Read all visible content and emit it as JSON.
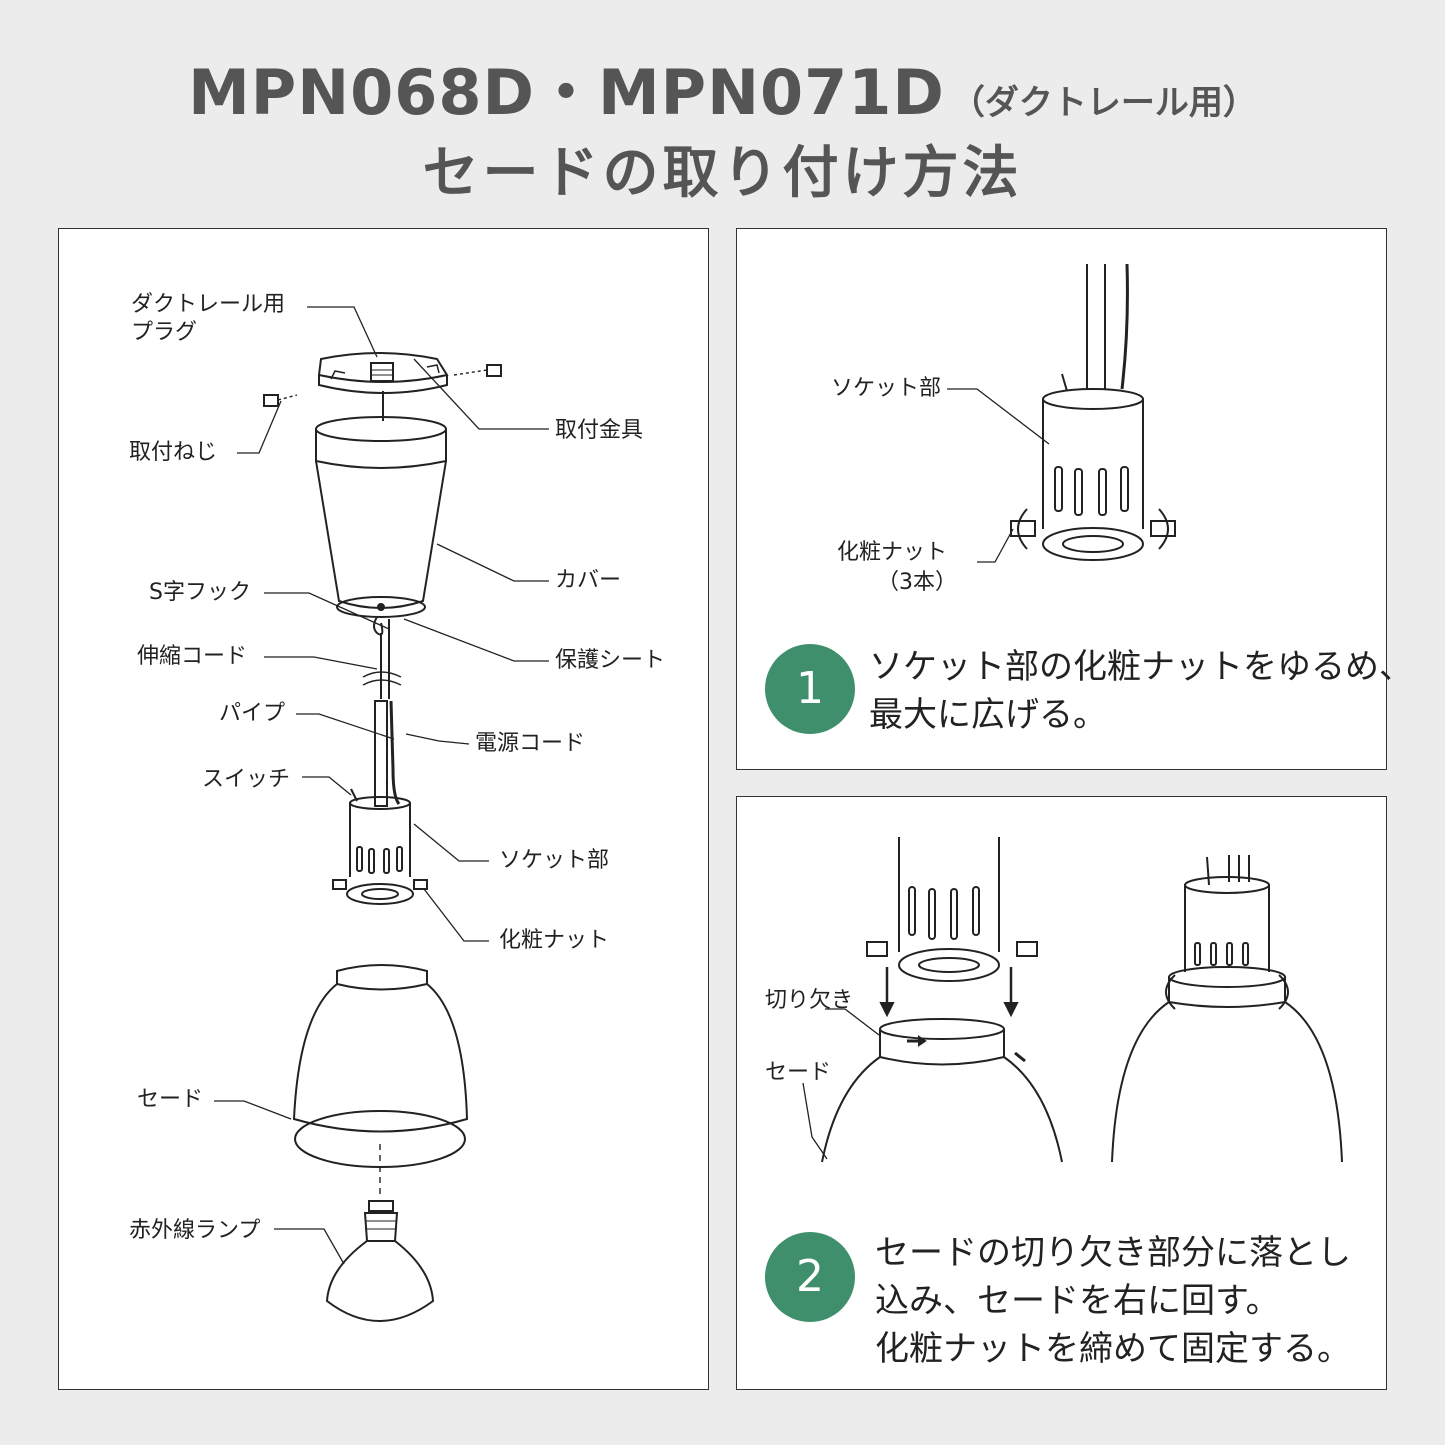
{
  "header": {
    "model": "MPN068D・MPN071D",
    "model_note": "（ダクトレール用）",
    "title": "セードの取り付け方法"
  },
  "diagram": {
    "labels": {
      "plug_line1": "ダクトレール用",
      "plug_line2": "プラグ",
      "screw": "取付ねじ",
      "bracket": "取付金具",
      "cover": "カバー",
      "s_hook": "S字フック",
      "protect_sheet": "保護シート",
      "cord": "伸縮コード",
      "pipe": "パイプ",
      "power_cord": "電源コード",
      "switch": "スイッチ",
      "socket": "ソケット部",
      "nut": "化粧ナット",
      "shade": "セード",
      "lamp": "赤外線ランプ"
    }
  },
  "step1": {
    "number": "1",
    "socket_label": "ソケット部",
    "nut_label": "化粧ナット",
    "nut_count": "（3本）",
    "text_line1": "ソケット部の化粧ナットをゆるめ、",
    "text_line2": "最大に広げる。"
  },
  "step2": {
    "number": "2",
    "notch_label": "切り欠き",
    "shade_label": "セード",
    "text_line1": "セードの切り欠き部分に落とし",
    "text_line2": "込み、セードを右に回す。",
    "text_line3": "化粧ナットを締めて固定する。"
  },
  "colors": {
    "accent": "#3f8f6c",
    "background": "#ececec",
    "title": "#555555"
  }
}
